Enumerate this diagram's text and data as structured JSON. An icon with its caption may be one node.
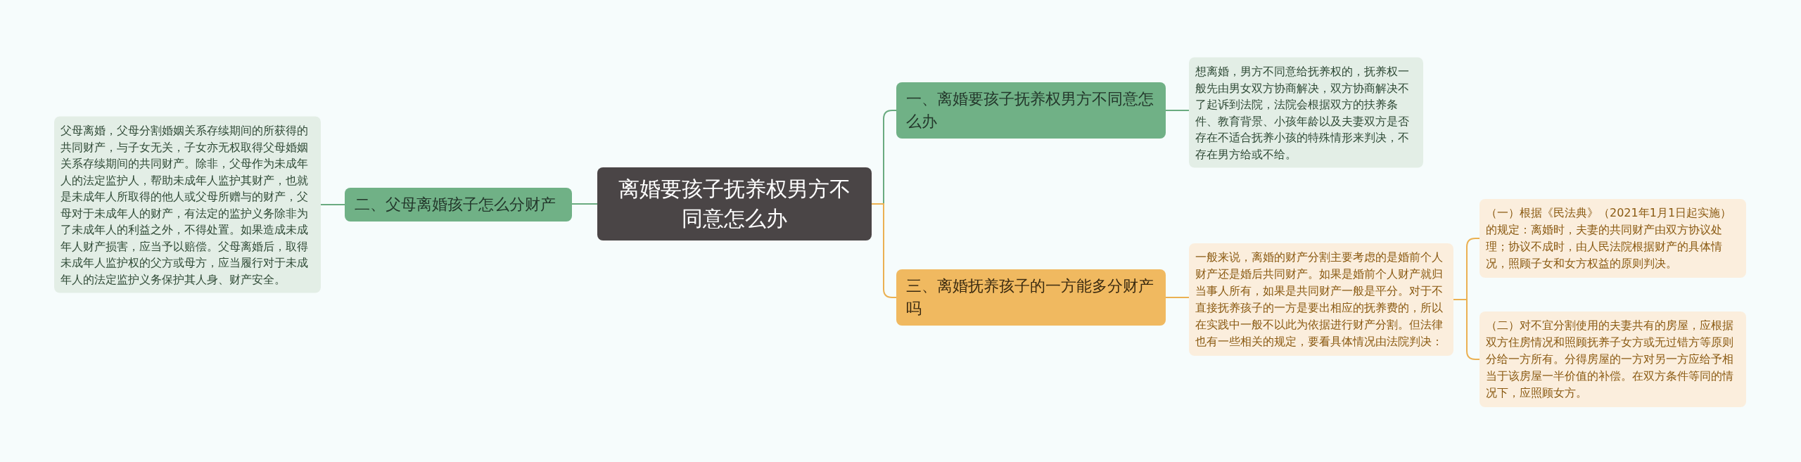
{
  "diagram": {
    "nodes": [
      {
        "text": [
          "离婚要孩子抚养权男方不同意怎么办"
        ]
      },
      {
        "text": [
          "一、离婚要孩子抚养权男方不同意怎么办"
        ]
      },
      {
        "text": [
          "想离婚，男方不同意给抚养权的，抚养权一般先由男女双方协商解决，双方协商解决不了起诉到法院，法院会根据双方的扶养条件、教育背景、小孩年龄以及夫妻双方是否存在不适合抚养小孩的特殊情形来判决，不存在男方给或不给。"
        ]
      },
      {
        "text": [
          "二、父母离婚孩子怎么分财产"
        ]
      },
      {
        "text": [
          "父母离婚，父母分割婚姻关系存续期间的所获得的共同财产，与子女无关，子女亦无权取得父母婚姻关系存续期间的共同财产。除非，父母作为未成年人的法定监护人，帮助未成年人监护其财产，也就是未成年人所取得的他人或父母所赠与的财产，父母对于未成年人的财产，有法定的监护义务除非为了未成年人的利益之外，不得处置。如果造成未成年人财产损害，应当予以赔偿。父母离婚后，取得未成年人监护权的父方或母方，应当履行对于未成年人的法定监护义务保护其人身、财产安全。"
        ]
      },
      {
        "text": [
          "三、离婚抚养孩子的一方能多分财产吗"
        ]
      },
      {
        "text": [
          "一般来说，离婚的财产分割主要考虑的是婚前个人财产还是婚后共同财产。如果是婚前个人财产就归当事人所有，如果是共同财产一般是平分。对于不直接抚养孩子的一方是要出相应的抚养费的，所以在实践中一般不以此为依据进行财产分割。但法律也有一些相关的规定，要看具体情况由法院判决："
        ]
      },
      {
        "text": [
          "（一）根据《民法典》（2021年1月1日起实施）的规定：离婚时，夫妻的共同财产由双方协议处理；协议不成时，由人民法院根据财产的具体情况，照顾子女和女方权益的原则判决。"
        ]
      },
      {
        "text": [
          "（二）对不宜分割使用的夫妻共有的房屋，应根据双方住房情况和照顾抚养子女方或无过错方等原则分给一方所有。分得房屋的一方对另一方应给予相当于该房屋一半价值的补偿。在双方条件等同的情况下，应照顾女方。"
        ]
      }
    ],
    "edges": [
      {
        "from": 0,
        "to": 1,
        "arrow": "none"
      },
      {
        "from": 1,
        "to": 2,
        "arrow": "none"
      },
      {
        "from": 0,
        "to": 3,
        "arrow": "none"
      },
      {
        "from": 3,
        "to": 4,
        "arrow": "none"
      },
      {
        "from": 0,
        "to": 5,
        "arrow": "none",
        "color": "#ebb152"
      },
      {
        "from": 5,
        "to": 6,
        "arrow": "none",
        "color": "#ebb152"
      },
      {
        "from": 6,
        "to": 7,
        "arrow": "none",
        "color": "#ebb152"
      },
      {
        "from": 6,
        "to": 8,
        "arrow": "none",
        "color": "#ebb152"
      }
    ]
  }
}
